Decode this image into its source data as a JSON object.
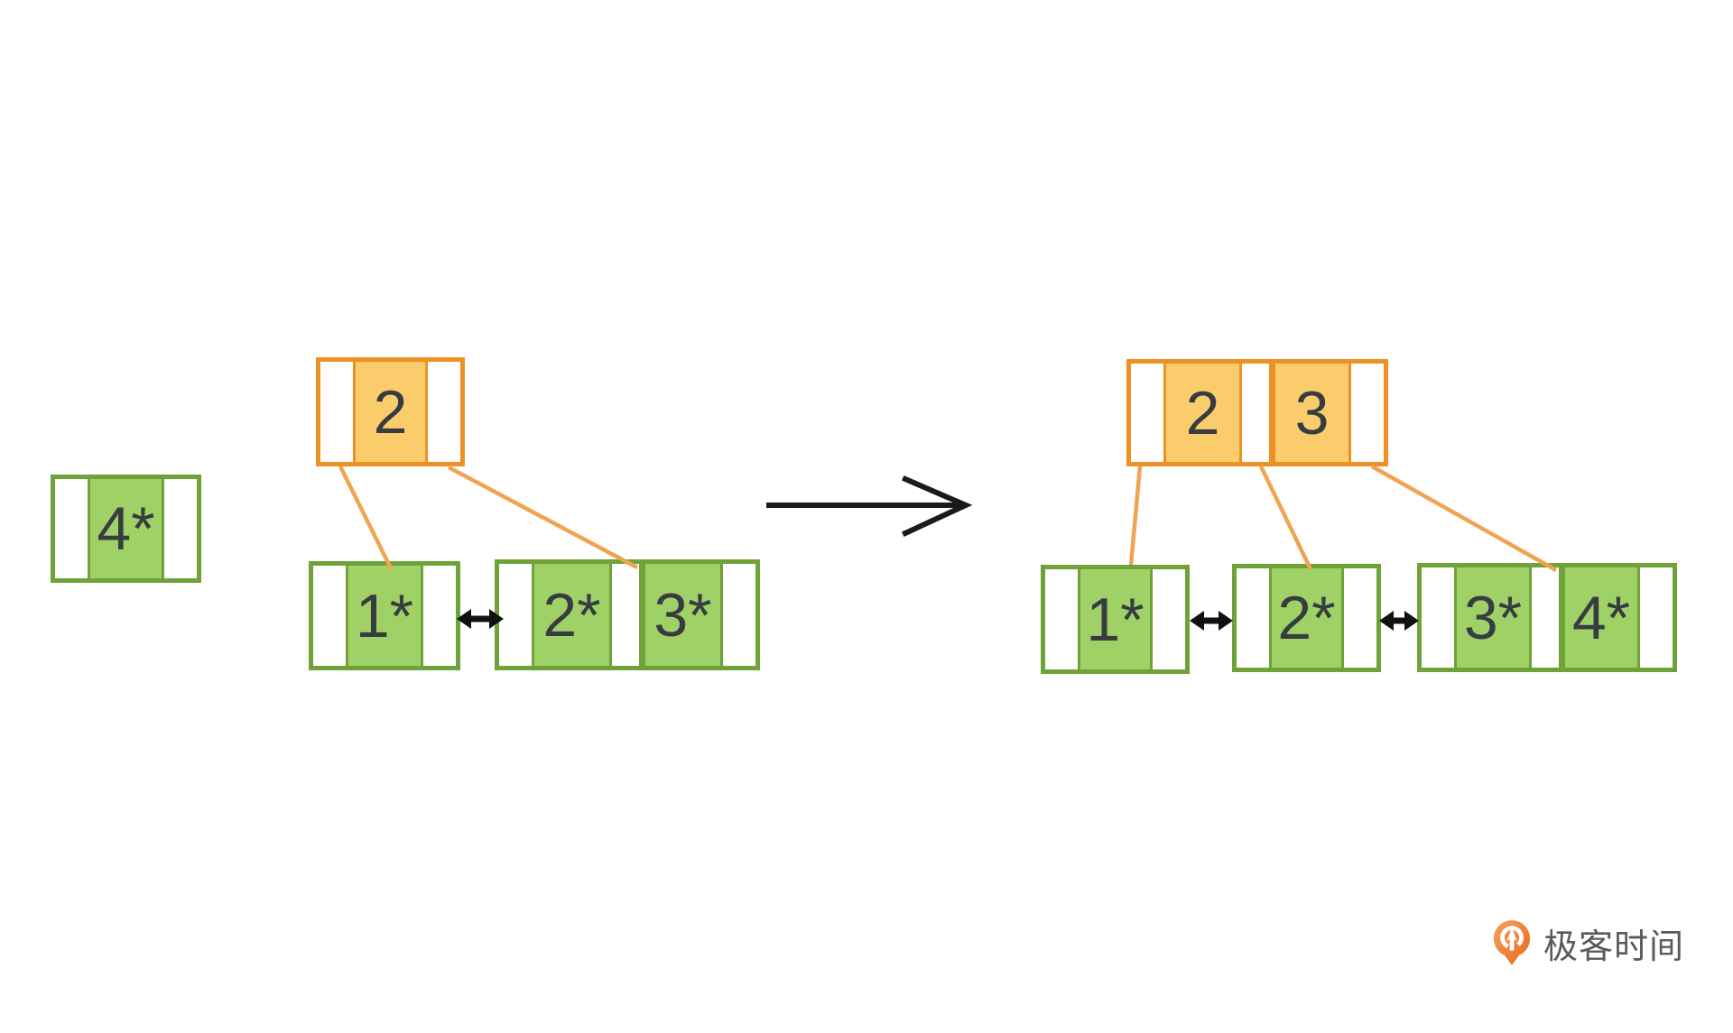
{
  "diagram": {
    "title": "bplus-tree-leaf-split",
    "palette": {
      "green_border": "#6fa33a",
      "green_fill": "#a0d166",
      "orange_border": "#ec9225",
      "orange_fill": "#facc6c",
      "connector_line": "#f1a353",
      "key_text": "#373c41",
      "arrow_black": "#1a1a1a"
    },
    "icons": {
      "transform_arrow": "right-arrow",
      "leaf_link": "double-headed-arrow"
    },
    "insert_entry": {
      "keys": [
        "4*"
      ]
    },
    "before": {
      "root": {
        "keys": [
          "2"
        ]
      },
      "leaves": [
        {
          "keys": [
            "1*"
          ]
        },
        {
          "keys": [
            "2*",
            "3*"
          ]
        }
      ]
    },
    "after": {
      "root": {
        "keys": [
          "2",
          "3"
        ]
      },
      "leaves": [
        {
          "keys": [
            "1*"
          ]
        },
        {
          "keys": [
            "2*"
          ]
        },
        {
          "keys": [
            "3*",
            "4*"
          ]
        }
      ]
    }
  },
  "branding": {
    "logo_text": "极客时间"
  }
}
